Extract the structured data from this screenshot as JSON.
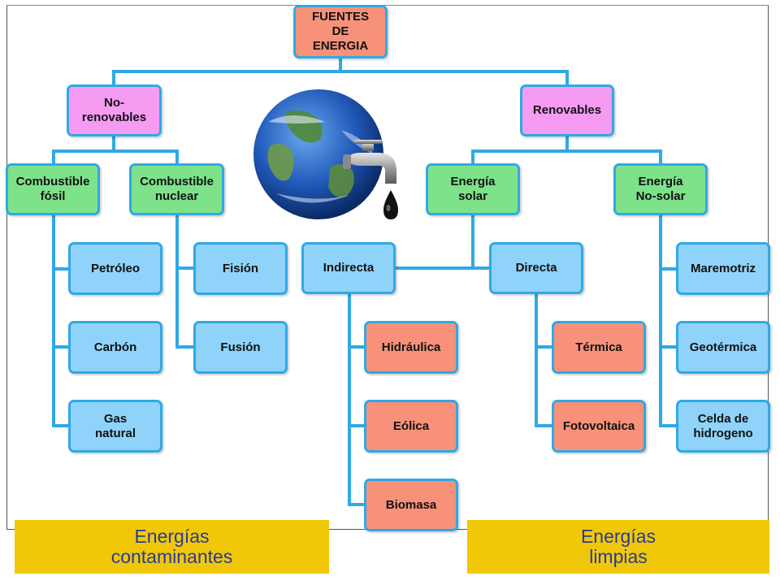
{
  "diagram": {
    "colors": {
      "root": "#f7917a",
      "level1": "#f59bf2",
      "level2": "#7ee28a",
      "leaf": "#8fd3fa",
      "clean_leaf": "#f7917a",
      "connector": "#2fa9e6",
      "banner": "#f0c808",
      "banner_text": "#2a3a9a"
    },
    "nodes": {
      "root": "FUENTES\nDE\nENERGIA",
      "no_renovables": "No-\nrenovables",
      "renovables": "Renovables",
      "combustible_fosil": "Combustible\nfósil",
      "combustible_nuclear": "Combustible\nnuclear",
      "energia_solar": "Energía\nsolar",
      "energia_no_solar": "Energía\nNo-solar",
      "petroleo": "Petróleo",
      "carbon": "Carbón",
      "gas_natural": "Gas\nnatural",
      "fision": "Fisión",
      "fusion": "Fusión",
      "indirecta": "Indirecta",
      "directa": "Directa",
      "hidraulica": "Hidráulica",
      "eolica": "Eólica",
      "biomasa": "Biomasa",
      "termica": "Térmica",
      "fotovoltaica": "Fotovoltaica",
      "maremotriz": "Maremotriz",
      "geotermica": "Geotérmica",
      "celda_hidrogeno": "Celda de\nhidrogeno"
    },
    "banners": {
      "contaminantes": "Energías\ncontaminantes",
      "limpias": "Energías\nlimpias"
    },
    "illustration": "earth-globe-with-faucet-and-oil-drop"
  }
}
